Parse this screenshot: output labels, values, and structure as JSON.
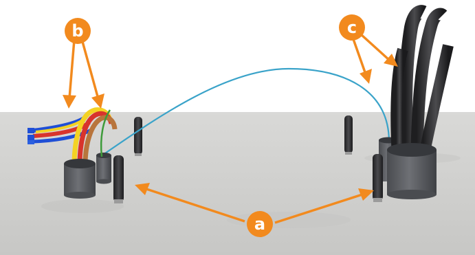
{
  "callouts": {
    "a": "a",
    "b": "b",
    "c": "c"
  },
  "colors": {
    "callout": "#f28a1e",
    "floor": "#cfcfcd",
    "pipe": "#5a5c60",
    "post": "#2d2d2f",
    "fiber": "#3aa3c9",
    "conduit": "#2b2b2d",
    "cable_yellow": "#f4d223",
    "cable_red": "#d8342c",
    "cable_brown": "#b8753c",
    "cable_green": "#3e9b3a",
    "cable_blue": "#1f4fd6"
  }
}
